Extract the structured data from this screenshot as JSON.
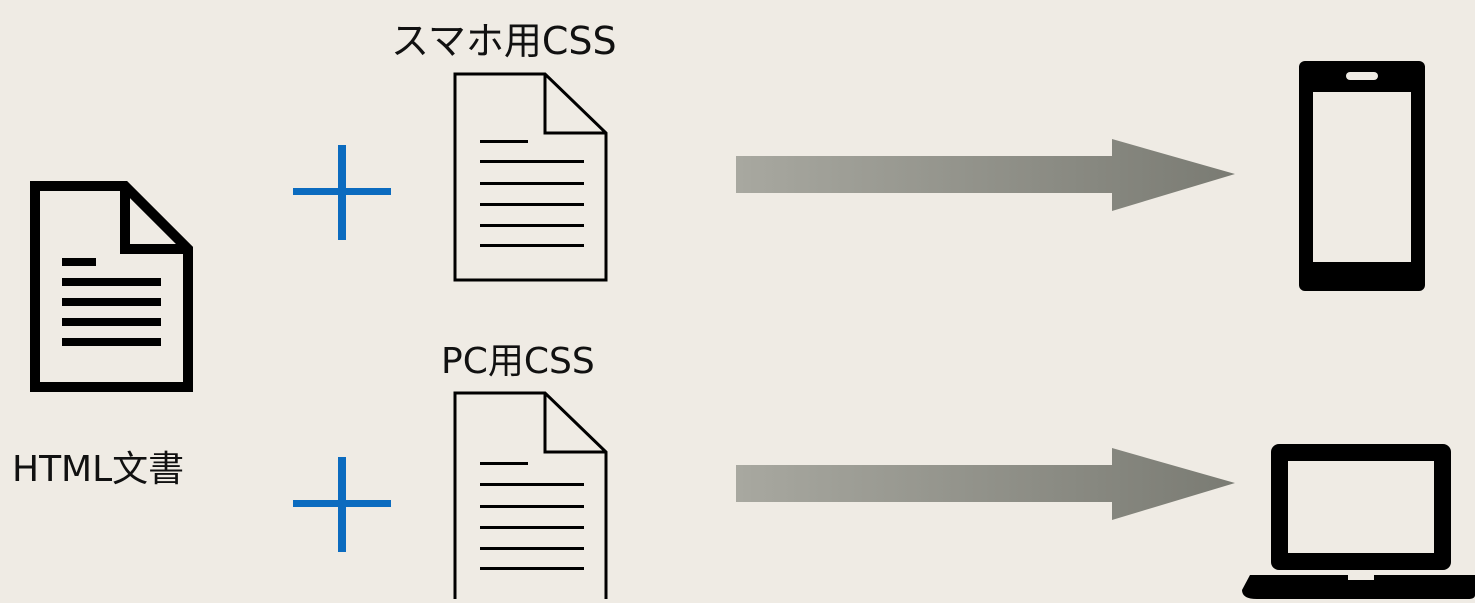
{
  "labels": {
    "smartphone_css": "スマホ用CSS",
    "pc_css": "PC用CSS",
    "html_document": "HTML文書"
  },
  "icons": {
    "html_doc": "document-icon",
    "css_doc": "document-icon",
    "plus": "plus-icon",
    "arrow": "arrow-right-icon",
    "smartphone": "smartphone-icon",
    "laptop": "laptop-icon"
  },
  "colors": {
    "background": "#EFEBE4",
    "plus": "#0B6BBF",
    "arrow_light": "#A8A8A0",
    "arrow_dark": "#7A7B73",
    "icon": "#000000"
  }
}
